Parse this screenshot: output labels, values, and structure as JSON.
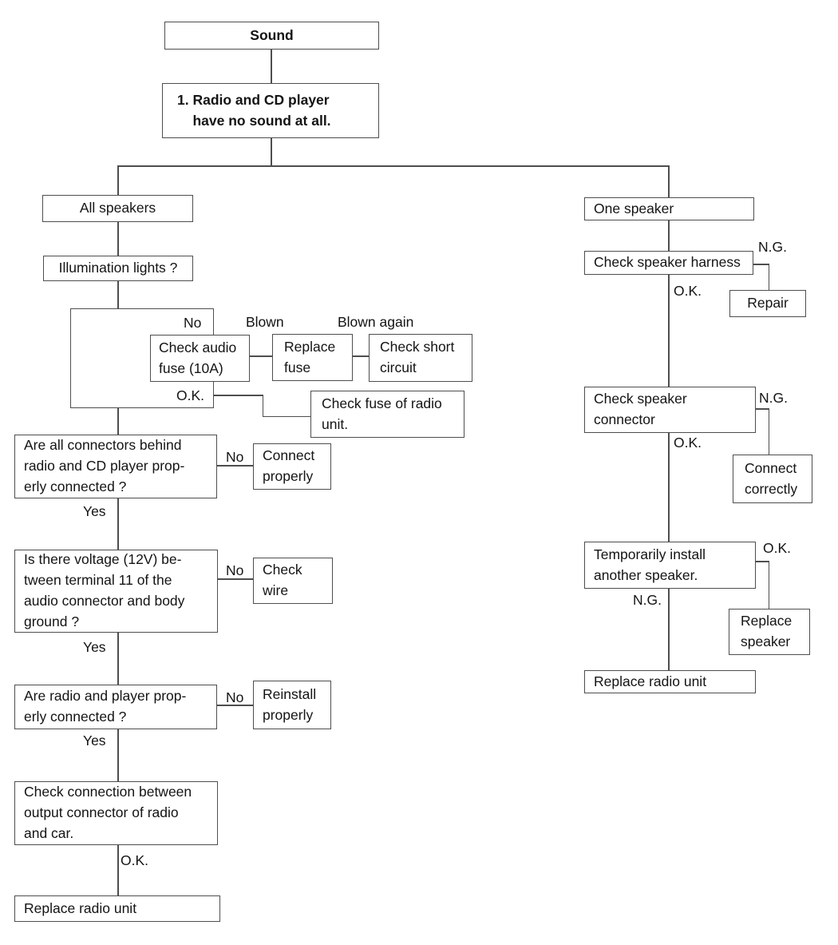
{
  "diagram_title": "Sound",
  "colors": {
    "line": "#4e4e4e",
    "text": "#141414",
    "background": "#ffffff"
  },
  "nodes": {
    "sound": "Sound",
    "problem": "1. Radio and CD player\n    have no sound at all.",
    "all_speakers": "All speakers",
    "illumination": "Illumination lights ?",
    "check_audio_fuse": "Check audio\nfuse (10A)",
    "replace_fuse": "Replace\nfuse",
    "check_short_circuit": "Check short\ncircuit",
    "check_fuse_radio": "Check fuse of radio\nunit.",
    "connectors_question": "Are all connectors behind\nradio and CD player prop-\nerly connected ?",
    "connect_properly": "Connect\nproperly",
    "voltage_question": "Is there voltage (12V) be-\ntween terminal 11 of the\naudio connector and body\nground ?",
    "check_wire": "Check\nwire",
    "radio_player_question": "Are radio and player prop-\nerly connected ?",
    "reinstall_properly": "Reinstall\nproperly",
    "check_connection": "Check connection between\noutput connector of radio\nand car.",
    "replace_radio_left": "Replace radio unit",
    "one_speaker": "One speaker",
    "check_harness": "Check speaker harness",
    "repair": "Repair",
    "check_connector": "Check speaker\nconnector",
    "connect_correctly": "Connect\ncorrectly",
    "temp_install": "Temporarily install\nanother speaker.",
    "replace_speaker": "Replace\nspeaker",
    "replace_radio_right": "Replace radio unit"
  },
  "edge_labels": {
    "fuse_no": "No",
    "blown": "Blown",
    "blown_again": "Blown again",
    "fuse_ok": "O.K.",
    "connectors_no": "No",
    "connectors_yes": "Yes",
    "voltage_no": "No",
    "voltage_yes": "Yes",
    "radio_player_no": "No",
    "radio_player_yes": "Yes",
    "connection_ok": "O.K.",
    "harness_ng": "N.G.",
    "harness_ok": "O.K.",
    "connector_ng": "N.G.",
    "connector_ok": "O.K.",
    "temp_ok": "O.K.",
    "temp_ng": "N.G."
  }
}
